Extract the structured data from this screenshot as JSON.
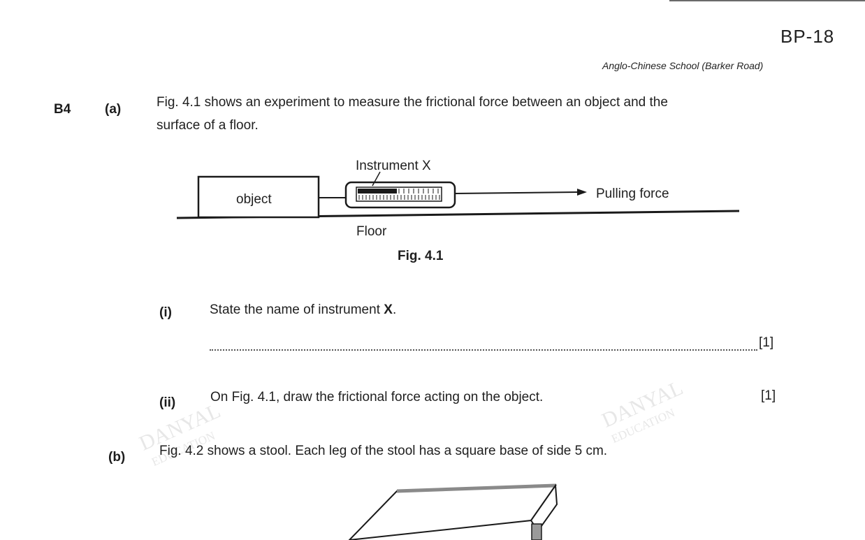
{
  "header": {
    "page_code": "BP-18",
    "school": "Anglo-Chinese School (Barker Road)"
  },
  "question": {
    "number": "B4",
    "part_a": {
      "label": "(a)",
      "text_line1": "Fig. 4.1 shows an experiment to measure the frictional force between an object and the",
      "text_line2": "surface of a floor."
    },
    "figure_4_1": {
      "object_label": "object",
      "instrument_label": "Instrument X",
      "force_label": "Pulling force",
      "floor_label": "Floor",
      "caption": "Fig. 4.1"
    },
    "sub_i": {
      "label": "(i)",
      "text_before": "State the name of instrument ",
      "text_bold": "X",
      "text_after": ".",
      "mark": "[1]"
    },
    "sub_ii": {
      "label": "(ii)",
      "text": "On Fig. 4.1, draw the frictional force acting on the object.",
      "mark": "[1]"
    },
    "part_b": {
      "label": "(b)",
      "text": "Fig. 4.2 shows a stool. Each leg of the stool has a square base of side 5 cm."
    }
  },
  "watermarks": {
    "brand": "DANYAL",
    "sub": "EDUCATION"
  }
}
